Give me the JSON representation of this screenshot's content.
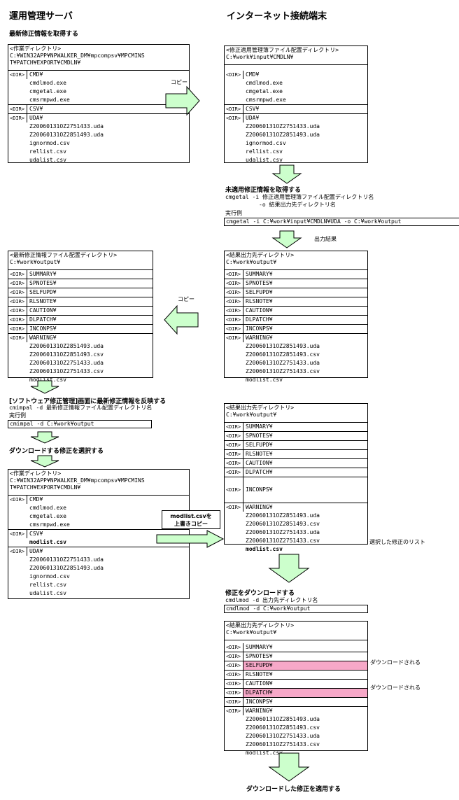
{
  "headers": {
    "left": "運用管理サーバ",
    "right": "インターネット接続端末"
  },
  "steps": {
    "get_latest": "最新修正情報を取得する",
    "get_unapplied": "未適用修正情報を取得する",
    "reflect": "[ソフトウェア修正管理]画面に最新修正情報を反映する",
    "select": "ダウンロードする修正を選択する",
    "download": "修正をダウンロードする",
    "apply": "ダウンロードした修正を適用する"
  },
  "labels": {
    "copy1": "コピー",
    "copy2": "コピー",
    "output_result": "出力結果",
    "overwrite_copy_1": "modlist.csvを",
    "overwrite_copy_2": "上書きコピー",
    "selected_list": "選択した修正のリスト",
    "downloaded_1": "ダウンロードされる",
    "downloaded_2": "ダウンロードされる"
  },
  "commands": {
    "cmgetal_syntax_1": "cmgetal -i 修正適用管理簿ファイル配置ディレクトリ名",
    "cmgetal_syntax_2": "-o 結果出力先ディレクトリ名",
    "example_label_1": "実行例",
    "cmgetal_example": "cmgetal -i C:¥work¥input¥CMDLN¥UDA -o C:¥work¥output",
    "cmimpal_syntax": "cmimpal -d 最新修正情報ファイル配置ディレクトリ名",
    "example_label_2": "実行例",
    "cmimpal_example": "cmimpal -d C:¥work¥output",
    "cmdlmod_syntax": "cmdlmod -d 出力先ディレクトリ名",
    "cmdlmod_example": "cmdlmod -d C:¥work¥output"
  },
  "tags": {
    "dir": "<DIR>"
  },
  "boxes": {
    "work1": {
      "title_1": "<作業ディレクトリ>",
      "title_2": "C:¥WIN32APP¥NPWALKER_DM¥mpcompsv¥MPCMINS",
      "title_3": "T¥PATCH¥EXPORT¥CMDLN¥",
      "cmd": "CMD¥",
      "cmd_files": [
        "cmdlmod.exe",
        "cmgetal.exe",
        "cmsrmpwd.exe"
      ],
      "csv": "CSV¥",
      "uda": "UDA¥",
      "uda_files": [
        "Z20060131OZ2751433.uda",
        "Z20060131OZ2851493.uda",
        "ignormod.csv",
        "rellist.csv",
        "udalist.csv"
      ]
    },
    "input": {
      "title_1": "<修正適用管理簿ファイル配置ディレクトリ>",
      "title_2": "C:¥work¥input¥CMDLN¥",
      "cmd": "CMD¥",
      "cmd_files": [
        "cmdlmod.exe",
        "cmgetal.exe",
        "cmsrmpwd.exe"
      ],
      "csv": "CSV¥",
      "uda": "UDA¥",
      "uda_files": [
        "Z20060131OZ2751433.uda",
        "Z20060131OZ2851493.uda",
        "ignormod.csv",
        "rellist.csv",
        "udalist.csv"
      ]
    },
    "latest": {
      "title_1": "<最新修正情報ファイル配置ディレクトリ>",
      "title_2": "C:¥work¥output¥",
      "dirs": [
        "SUMMARY¥",
        "SPNOTES¥",
        "SELFUPD¥",
        "RLSNOTE¥",
        "CAUTION¥",
        "DLPATCH¥",
        "INCONPS¥",
        "WARNING¥"
      ],
      "files": [
        "Z20060131OZ2851493.uda",
        "Z20060131OZ2851493.csv",
        "Z20060131OZ2751433.uda",
        "Z20060131OZ2751433.csv",
        "modlist.csv"
      ]
    },
    "result1": {
      "title_1": "<結果出力先ディレクトリ>",
      "title_2": "C:¥work¥output¥",
      "dirs": [
        "SUMMARY¥",
        "SPNOTES¥",
        "SELFUPD¥",
        "RLSNOTE¥",
        "CAUTION¥",
        "DLPATCH¥",
        "INCONPS¥",
        "WARNING¥"
      ],
      "files": [
        "Z20060131OZ2851493.uda",
        "Z20060131OZ2851493.csv",
        "Z20060131OZ2751433.uda",
        "Z20060131OZ2751433.csv",
        "modlist.csv"
      ]
    },
    "result2": {
      "title_1": "<結果出力先ディレクトリ>",
      "title_2": "C:¥work¥output¥",
      "dirs_a": [
        "SUMMARY¥",
        "SPNOTES¥",
        "SELFUPD¥",
        "RLSNOTE¥",
        "CAUTION¥",
        "DLPATCH¥"
      ],
      "inconps": "INCONPS¥",
      "warning": "WARNING¥",
      "files": [
        "Z20060131OZ2851493.uda",
        "Z20060131OZ2851493.csv",
        "Z20060131OZ2751433.uda",
        "Z20060131OZ2751433.csv"
      ],
      "modlist": "modlist.csv"
    },
    "work2": {
      "title_1": "<作業ディレクトリ>",
      "title_2": "C:¥WIN32APP¥NPWALKER_DM¥mpcompsv¥MPCMINS",
      "title_3": "T¥PATCH¥EXPORT¥CMDLN¥",
      "cmd": "CMD¥",
      "cmd_files": [
        "cmdlmod.exe",
        "cmgetal.exe",
        "cmsrmpwd.exe"
      ],
      "csv": "CSV¥",
      "modlist": "modlist.csv",
      "uda": "UDA¥",
      "uda_files": [
        "Z20060131OZ2751433.uda",
        "Z20060131OZ2851493.uda",
        "ignormod.csv",
        "rellist.csv",
        "udalist.csv"
      ]
    },
    "result3": {
      "title_1": "<結果出力先ディレクトリ>",
      "title_2": "C:¥work¥output¥",
      "dirs": [
        "SUMMARY¥",
        "SPNOTES¥",
        "SELFUPD¥",
        "RLSNOTE¥",
        "CAUTION¥",
        "DLPATCH¥",
        "INCONPS¥",
        "WARNING¥"
      ],
      "highlighted": [
        "SELFUPD¥",
        "DLPATCH¥"
      ],
      "files": [
        "Z20060131OZ2851493.uda",
        "Z20060131OZ2851493.csv",
        "Z20060131OZ2751433.uda",
        "Z20060131OZ2751433.csv",
        "modlist.csv"
      ]
    }
  },
  "colors": {
    "arrow_fill": "#ccffcc",
    "highlight": "#f7a8c8"
  }
}
